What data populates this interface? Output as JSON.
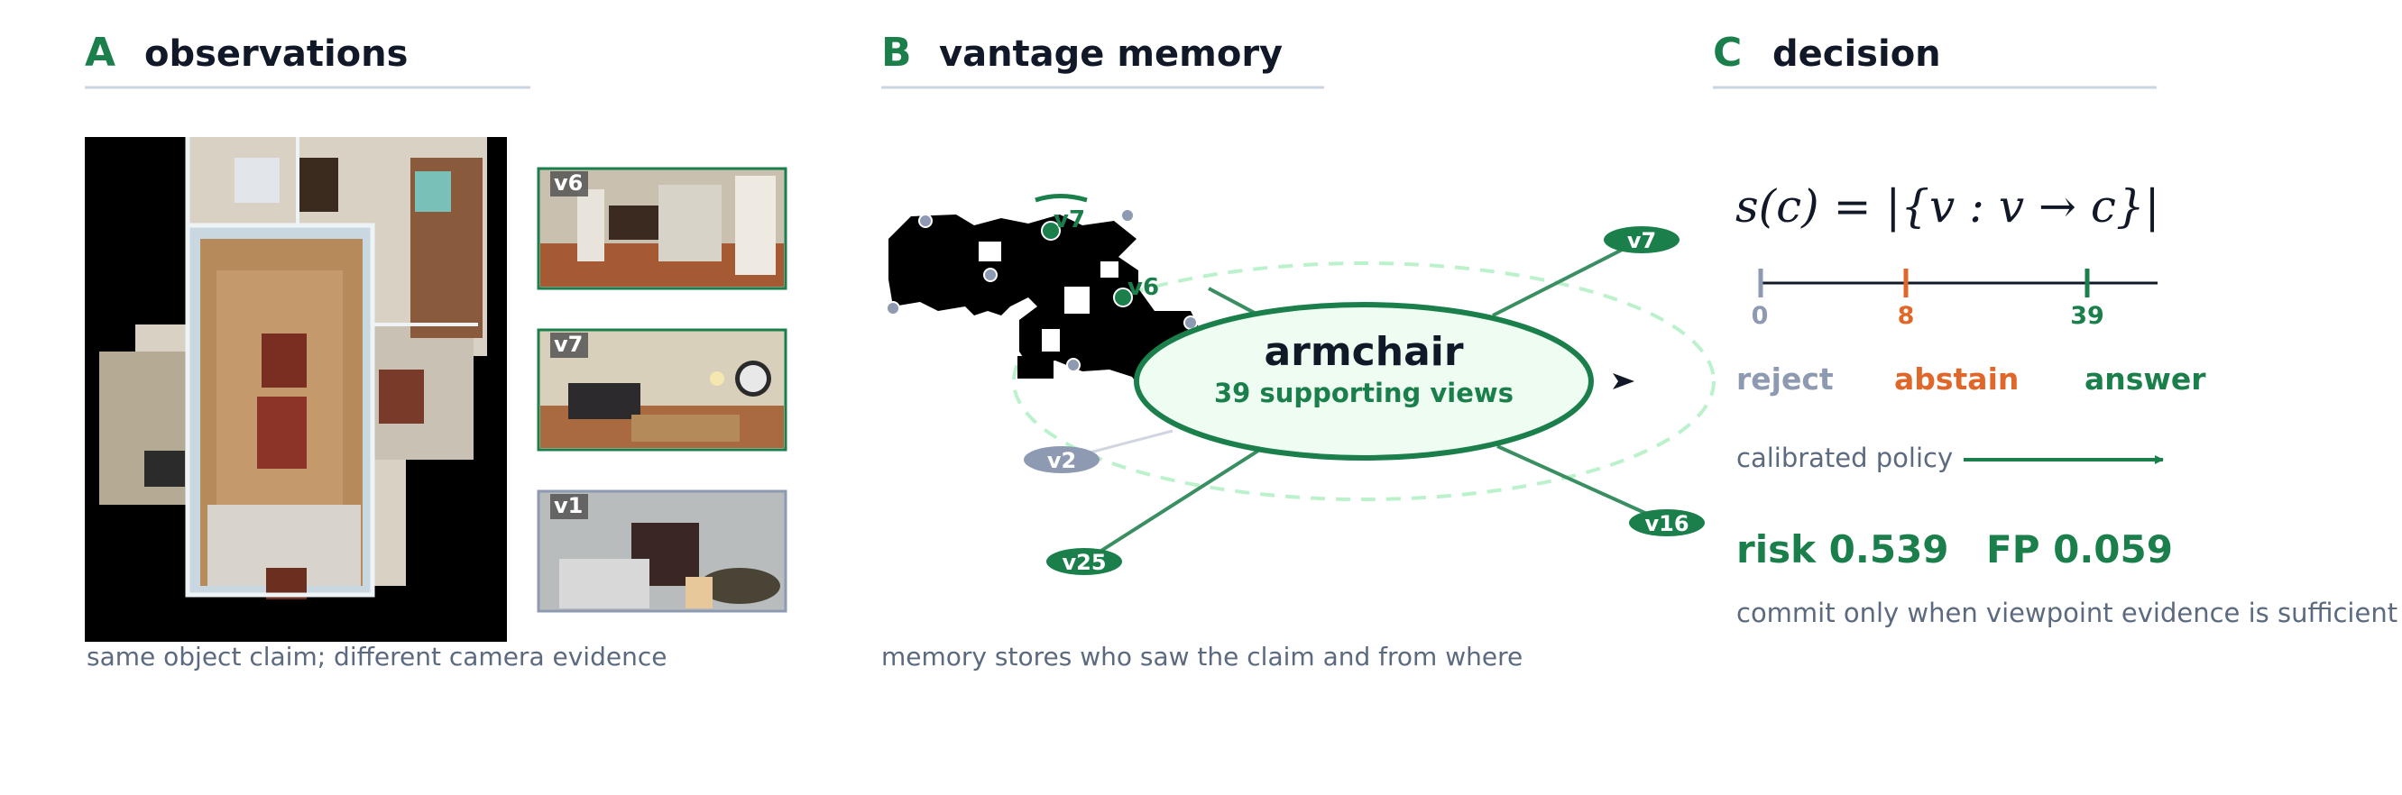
{
  "colors": {
    "green": "#1a7f4b",
    "orange": "#e0672a",
    "slate": "#8d9ab2",
    "text_dark": "#111827",
    "caption": "#5c6a80",
    "rule": "#cbd5e1",
    "node_fill": "#eefcf2",
    "dashed_ring": "#bbf2cc"
  },
  "panel_a": {
    "letter": "A",
    "title": "observations",
    "caption": "same object claim; different camera evidence",
    "thumbs": [
      {
        "label": "v6",
        "supporting": true
      },
      {
        "label": "v7",
        "supporting": true
      },
      {
        "label": "v1",
        "supporting": false
      }
    ]
  },
  "panel_b": {
    "letter": "B",
    "title": "vantage memory",
    "caption": "memory stores who saw the claim and from where",
    "node_title": "armchair",
    "node_subtitle": "39 supporting views",
    "map_labels": [
      "v7",
      "v6"
    ],
    "spokes": [
      {
        "label": "v7",
        "supporting": true
      },
      {
        "label": "v16",
        "supporting": true
      },
      {
        "label": "v25",
        "supporting": true
      },
      {
        "label": "v2",
        "supporting": false
      }
    ]
  },
  "panel_c": {
    "letter": "C",
    "title": "decision",
    "formula": "s(c) = |{v : v → c}|",
    "ticks": [
      {
        "value": "0",
        "color": "#8d9ab2"
      },
      {
        "value": "8",
        "color": "#e0672a"
      },
      {
        "value": "39",
        "color": "#1a7f4b"
      }
    ],
    "outcomes": [
      {
        "label": "reject",
        "color": "#8d9ab2"
      },
      {
        "label": "abstain",
        "color": "#e0672a"
      },
      {
        "label": "answer",
        "color": "#1a7f4b"
      }
    ],
    "policy_label": "calibrated policy",
    "risk": "risk 0.539",
    "fp": "FP 0.059",
    "note": "commit only when viewpoint evidence is sufficient"
  }
}
